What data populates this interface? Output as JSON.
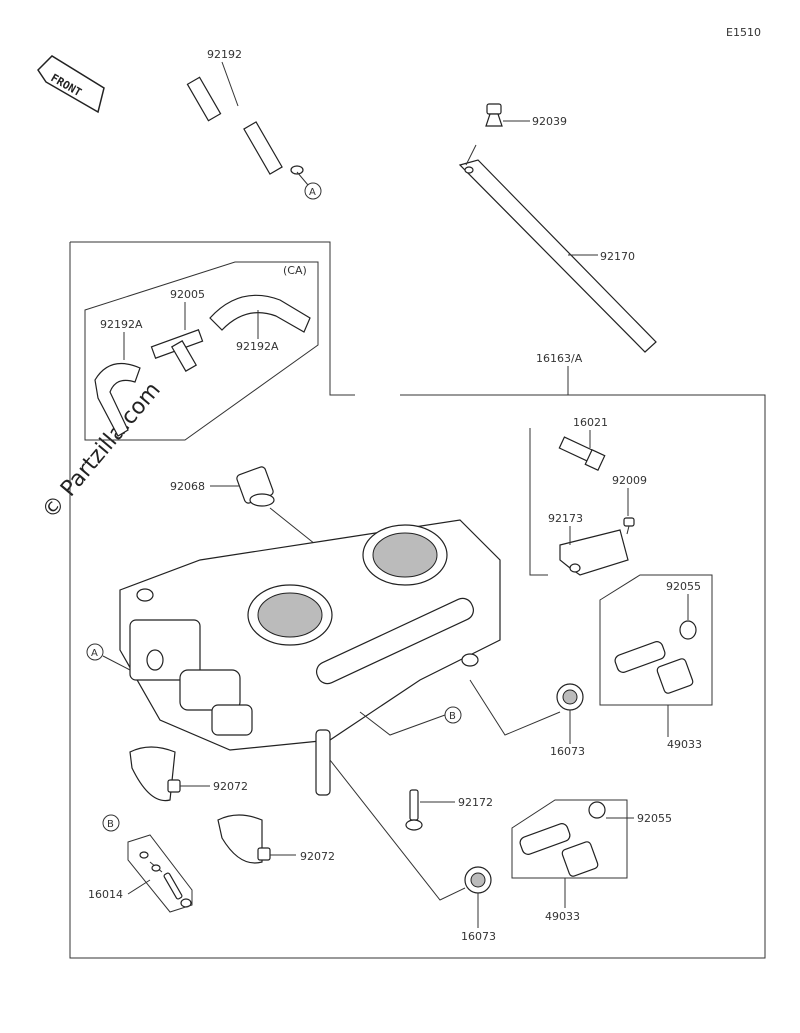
{
  "diagram_code": "E1510",
  "front_label": "FRONT",
  "watermark": "© Partzilla.com",
  "callouts": {
    "a": "A",
    "b": "B"
  },
  "variant_label": "(CA)",
  "parts": {
    "p92192": "92192",
    "p92039": "92039",
    "p92170": "92170",
    "p92005": "92005",
    "p92192A_left": "92192A",
    "p92192A_right": "92192A",
    "p16163": "16163/A",
    "p16021": "16021",
    "p92009": "92009",
    "p92173": "92173",
    "p92068": "92068",
    "p92055_top": "92055",
    "p92055_bottom": "92055",
    "p16073_top": "16073",
    "p16073_bottom": "16073",
    "p49033_top": "49033",
    "p49033_bottom": "49033",
    "p92072_top": "92072",
    "p92072_bottom": "92072",
    "p92172": "92172",
    "p16014": "16014"
  }
}
